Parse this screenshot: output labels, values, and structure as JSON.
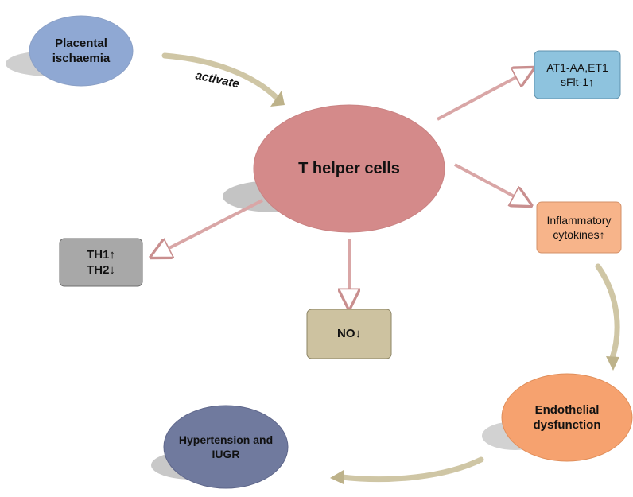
{
  "nodes": {
    "placental": {
      "lines": [
        "Placental",
        "ischaemia"
      ],
      "fill": "#8fa8d3"
    },
    "thelper": {
      "lines": [
        "T helper cells"
      ],
      "fill": "#d48a8a"
    },
    "at1": {
      "lines": [
        "AT1-AA,ET1",
        "sFlt-1↑"
      ],
      "fill": "#8ec3de"
    },
    "inflammatory": {
      "lines": [
        "Inflammatory",
        "cytokines↑"
      ],
      "fill": "#f7b48a"
    },
    "th": {
      "lines": [
        "TH1↑",
        "TH2↓"
      ],
      "fill": "#a8a8a8"
    },
    "no": {
      "lines": [
        "NO↓"
      ],
      "fill": "#cdc2a0"
    },
    "endothelial": {
      "lines": [
        "Endothelial",
        "dysfunction"
      ],
      "fill": "#f6a26f"
    },
    "hypertension": {
      "lines": [
        "Hypertension and",
        "IUGR"
      ],
      "fill": "#707a9e"
    }
  },
  "edges": {
    "activate_label": "activate"
  },
  "colors": {
    "curved_arrow": "#cfc6a5",
    "straight_arrow": "#d9a6a6",
    "shadow": "#c9c9c9"
  }
}
